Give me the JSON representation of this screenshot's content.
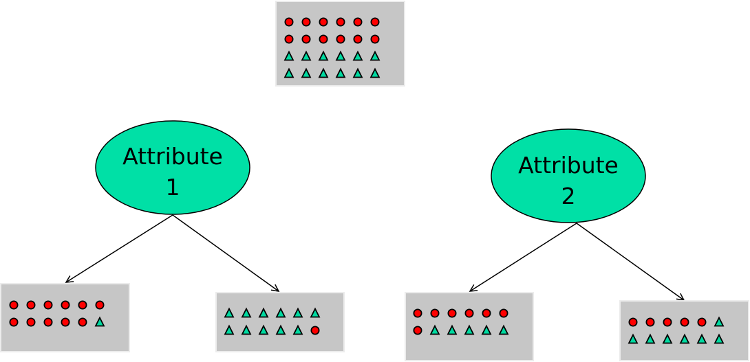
{
  "title": "Attribute split comparison",
  "colors": {
    "circle": "#ff0000",
    "triangle": "#00d9a0",
    "node": "#00e0a6",
    "box": "#c6c6c6"
  },
  "root": {
    "rows": [
      [
        "circle",
        "circle",
        "circle",
        "circle",
        "circle",
        "circle"
      ],
      [
        "circle",
        "circle",
        "circle",
        "circle",
        "circle",
        "circle"
      ],
      [
        "triangle",
        "triangle",
        "triangle",
        "triangle",
        "triangle",
        "triangle"
      ],
      [
        "triangle",
        "triangle",
        "triangle",
        "triangle",
        "triangle",
        "triangle"
      ]
    ]
  },
  "attributes": [
    {
      "label_line1": "Attribute",
      "label_line2": "1",
      "children": [
        {
          "rows": [
            [
              "circle",
              "circle",
              "circle",
              "circle",
              "circle",
              "circle"
            ],
            [
              "circle",
              "circle",
              "circle",
              "circle",
              "circle",
              "triangle"
            ]
          ]
        },
        {
          "rows": [
            [
              "triangle",
              "triangle",
              "triangle",
              "triangle",
              "triangle",
              "triangle"
            ],
            [
              "triangle",
              "triangle",
              "triangle",
              "triangle",
              "triangle",
              "circle"
            ]
          ]
        }
      ]
    },
    {
      "label_line1": "Attribute",
      "label_line2": "2",
      "children": [
        {
          "rows": [
            [
              "circle",
              "circle",
              "circle",
              "circle",
              "circle",
              "circle"
            ],
            [
              "circle",
              "triangle",
              "triangle",
              "triangle",
              "triangle",
              "triangle"
            ]
          ]
        },
        {
          "rows": [
            [
              "circle",
              "circle",
              "circle",
              "circle",
              "circle",
              "triangle"
            ],
            [
              "triangle",
              "triangle",
              "triangle",
              "triangle",
              "triangle",
              "triangle"
            ]
          ]
        }
      ]
    }
  ]
}
